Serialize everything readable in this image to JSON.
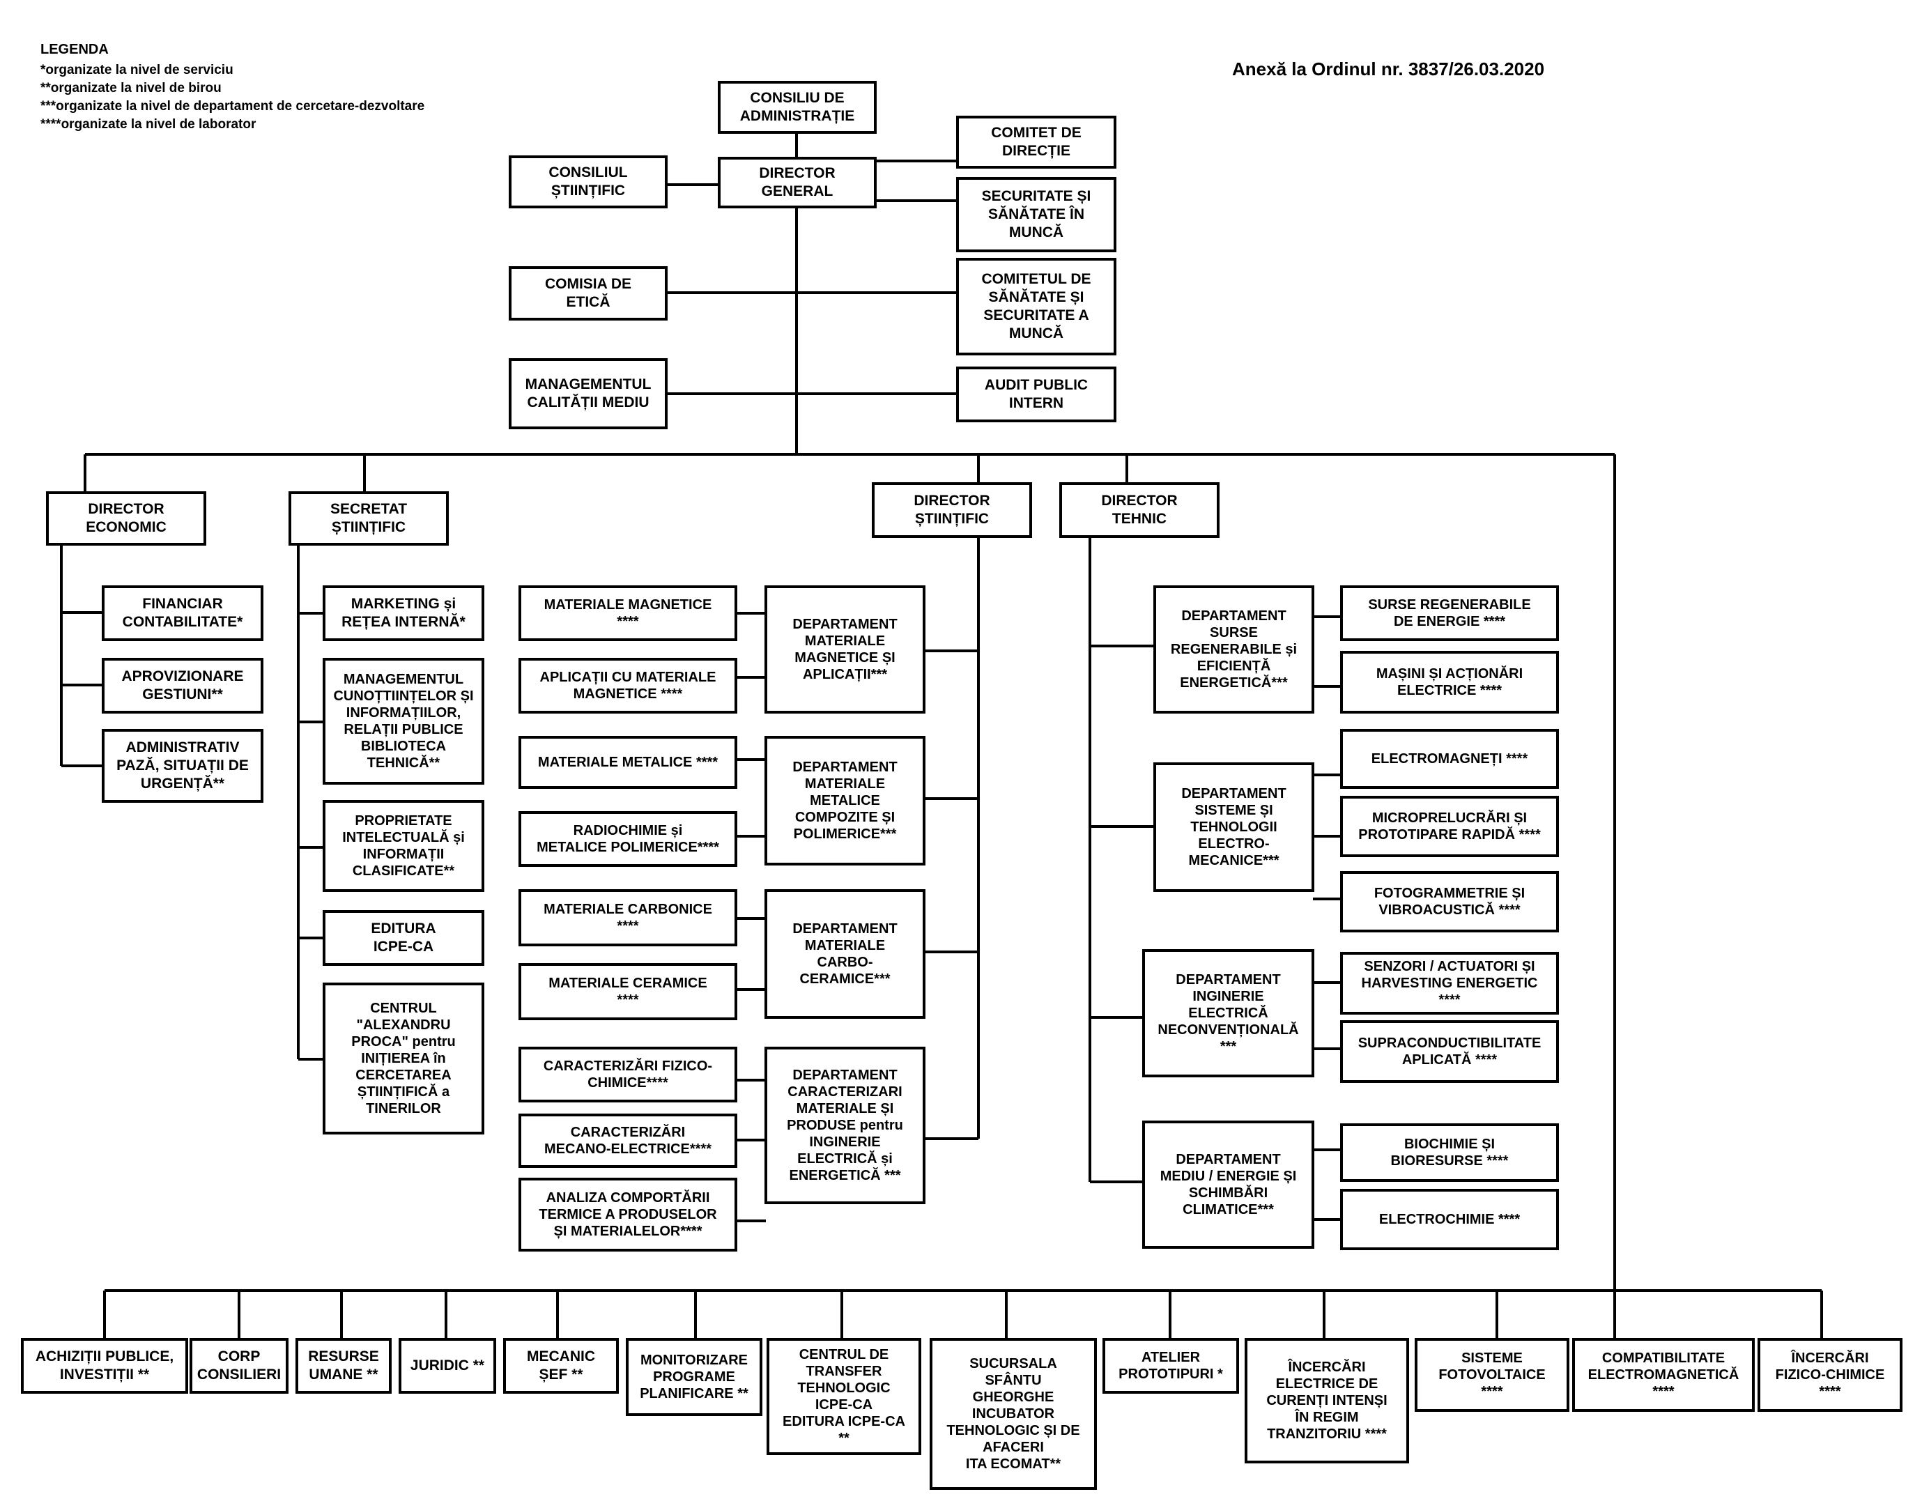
{
  "annex": "Anexă la Ordinul nr. 3837/26.03.2020",
  "legend": {
    "title": "LEGENDA",
    "items": [
      "*organizate la nivel de serviciu",
      "**organizate la nivel de birou",
      "***organizate la nivel de departament de cercetare-dezvoltare",
      "****organizate la nivel de laborator"
    ]
  },
  "boxes": {
    "consiliu": "CONSILIU DE\nADMINISTRAȚIE",
    "director_general": "DIRECTOR\nGENERAL",
    "consiliul_stiintific": "CONSILIUL\nȘTIINȚIFIC",
    "comitet_directie": "COMITET DE\nDIRECȚIE",
    "securitate": "SECURITATE ȘI\nSĂNĂTATE ÎN\nMUNCĂ",
    "comisia_etica": "COMISIA DE\nETICĂ",
    "comitetul_sanatate": "COMITETUL DE\nSĂNĂTATE ȘI\nSECURITATE A\nMUNCĂ",
    "management_calitate": "MANAGEMENTUL\nCALITĂȚII MEDIU",
    "audit": "AUDIT PUBLIC\nINTERN",
    "director_economic": "DIRECTOR\nECONOMIC",
    "secretariat": "SECRETAT\nȘTIINȚIFIC",
    "director_stiintific": "DIRECTOR\nȘTIINȚIFIC",
    "director_tehnic": "DIRECTOR\nTEHNIC",
    "financiar": "FINANCIAR\nCONTABILITATE*",
    "aprovizionare": "APROVIZIONARE\nGESTIUNI**",
    "administrativ": "ADMINISTRATIV\nPAZĂ, SITUAȚII DE\nURGENȚĂ**",
    "marketing": "MARKETING și\nREȚEA INTERNĂ*",
    "management_cunostinte": "MANAGEMENTUL\nCUNOȚTIINȚELOR ȘI\nINFORMAȚIILOR,\nRELAȚII PUBLICE\nBIBLIOTECA\nTEHNICĂ**",
    "proprietate": "PROPRIETATE\nINTELECTUALĂ și\nINFORMAȚII\nCLASIFICATE**",
    "editura": "EDITURA\nICPE-CA",
    "centrul_proca": "CENTRUL\n\"ALEXANDRU\nPROCA\" pentru\nINIȚIEREA în\nCERCETAREA\nȘTIINȚIFICĂ a\nTINERILOR",
    "mat_magnetice": "MATERIALE MAGNETICE\n****",
    "aplicatii_magnetice": "APLICAȚII CU MATERIALE\nMAGNETICE ****",
    "dept_magnetice": "DEPARTAMENT\nMATERIALE\nMAGNETICE ȘI\nAPLICAȚII***",
    "mat_metalice": "MATERIALE METALICE ****",
    "radiochimie": "RADIOCHIMIE și\nMETALICE POLIMERICE****",
    "dept_metalice": "DEPARTAMENT\nMATERIALE\nMETALICE\nCOMPOZITE ȘI\nPOLIMERICE***",
    "mat_carbonice": "MATERIALE CARBONICE\n****",
    "mat_ceramice": "MATERIALE CERAMICE\n****",
    "dept_carbo": "DEPARTAMENT\nMATERIALE\nCARBO-\nCERAMICE***",
    "caract_fizico": "CARACTERIZĂRI FIZICO-\nCHIMICE****",
    "caract_mecano": "CARACTERIZĂRI\nMECANO-ELECTRICE****",
    "analiza": "ANALIZA COMPORTĂRII\nTERMICE A PRODUSELOR\nȘI MATERIALELOR****",
    "dept_caract": "DEPARTAMENT\nCARACTERIZARI\nMATERIALE ȘI\nPRODUSE pentru\nINGINERIE\nELECTRICĂ și\nENERGETICĂ ***",
    "dept_surse": "DEPARTAMENT\nSURSE\nREGENERABILE și\nEFICIENȚĂ\nENERGETICĂ***",
    "surse_regen": "SURSE REGENERABILE\nDE ENERGIE ****",
    "masini": "MAȘINI ȘI ACȚIONĂRI\nELECTRICE ****",
    "dept_sisteme": "DEPARTAMENT\nSISTEME ȘI\nTEHNOLOGII\nELECTRO-\nMECANICE***",
    "electromagneti": "ELECTROMAGNEȚI ****",
    "microprelucrari": "MICROPRELUCRĂRI ȘI\nPROTOTIPARE RAPIDĂ ****",
    "fotogrammetrie": "FOTOGRAMMETRIE ȘI\nVIBROACUSTICĂ ****",
    "dept_inginerie": "DEPARTAMENT\nINGINERIE\nELECTRICĂ\nNECONVENȚIONALĂ\n***",
    "senzori": "SENZORI / ACTUATORI ȘI\nHARVESTING ENERGETIC\n****",
    "supraconductibilitate": "SUPRACONDUCTIBILITATE\nAPLICATĂ ****",
    "dept_mediu": "DEPARTAMENT\nMEDIU / ENERGIE ȘI\nSCHIMBĂRI\nCLIMATICE***",
    "biochimie": "BIOCHIMIE ȘI\nBIORESURSE ****",
    "electrochimie": "ELECTROCHIMIE  ****",
    "achizitii": "ACHIZIȚII PUBLICE,\nINVESTIȚII **",
    "corp": "CORP\nCONSILIERI",
    "resurse": "RESURSE\nUMANE **",
    "juridic": "JURIDIC **",
    "mecanic": "MECANIC\nȘEF **",
    "monitorizare": "MONITORIZARE\nPROGRAME\nPLANIFICARE **",
    "centrul_transfer": "CENTRUL DE\nTRANSFER\nTEHNOLOGIC\nICPE-CA\nEDITURA ICPE-CA\n**",
    "sucursala": "SUCURSALA\nSFÂNTU\nGHEORGHE\nINCUBATOR\nTEHNOLOGIC ȘI DE\nAFACERI\nITA ECOMAT**",
    "atelier": "ATELIER\nPROTOTIPURI *",
    "incercari_electrice": "ÎNCERCĂRI\nELECTRICE DE\nCURENȚI INTENȘI\nÎN REGIM\nTRANZITORIU ****",
    "sisteme_fotovoltaice": "SISTEME\nFOTOVOLTAICE\n****",
    "compatibilitate": "COMPATIBILITATE\nELECTROMAGNETICĂ\n****",
    "incercari_fizico": "ÎNCERCĂRI\nFIZICO-CHIMICE\n****"
  }
}
